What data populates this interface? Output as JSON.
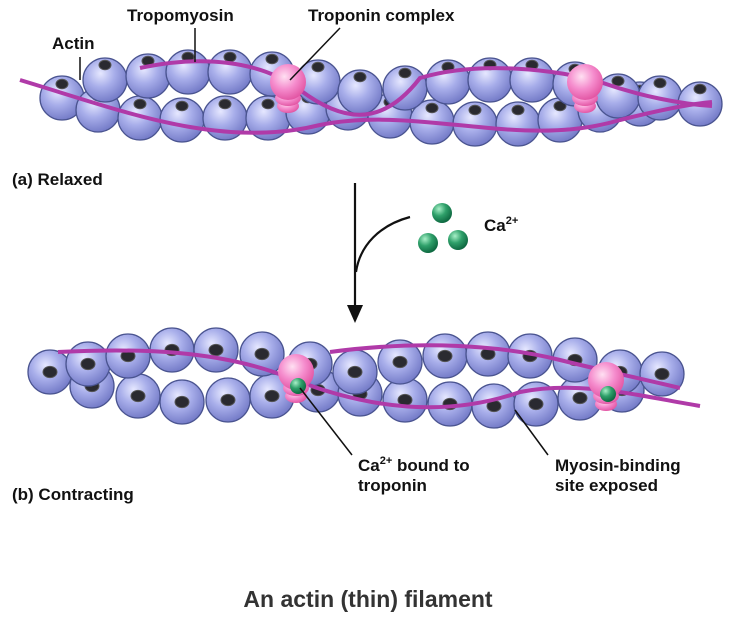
{
  "labels": {
    "actin": "Actin",
    "tropomyosin": "Tropomyosin",
    "troponin_complex": "Troponin complex",
    "panel_a": "(a) Relaxed",
    "panel_b": "(b) Contracting",
    "calcium_ion": "Ca",
    "calcium_charge": "2+",
    "ca_bound_prefix": "Ca",
    "ca_bound_charge": "2+",
    "ca_bound_rest": " bound to",
    "ca_bound_line2": "troponin",
    "myosin_line1": "Myosin-binding",
    "myosin_line2": "site exposed"
  },
  "caption": "An actin (thin) filament",
  "colors": {
    "actin": "#9aa0e0",
    "actin_outline": "#4a5490",
    "binding_site": "#2a2a30",
    "tropomyosin": "#b03aa8",
    "troponin": "#f07ac8",
    "calcium": "#1f8a5a"
  }
}
